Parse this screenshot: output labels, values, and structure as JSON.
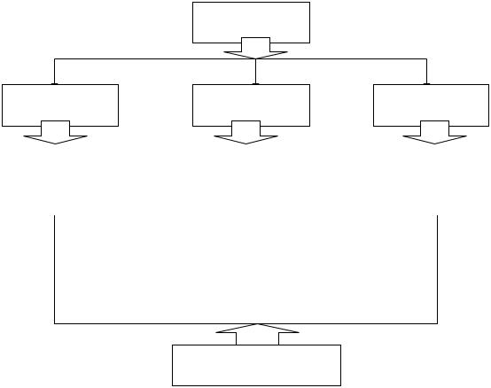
{
  "diagram": {
    "line_color": "#000000",
    "box_fill": "#ffffff",
    "nodes": [
      {
        "id": "top",
        "label": ""
      },
      {
        "id": "middle-left",
        "label": ""
      },
      {
        "id": "middle-center",
        "label": ""
      },
      {
        "id": "middle-right",
        "label": ""
      },
      {
        "id": "bottom",
        "label": ""
      }
    ]
  }
}
